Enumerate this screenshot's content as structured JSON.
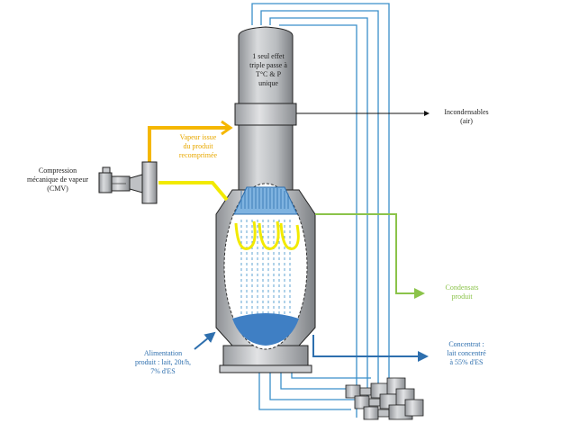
{
  "colors": {
    "steam": "#f5b700",
    "vapor_yellow": "#f2ea00",
    "condensate": "#8bc34a",
    "product_blue": "#2e6fae",
    "liquid": "#3f7fc4",
    "vessel": "#b7b9bc",
    "pipe": "#3a8fc9"
  },
  "labels": {
    "cmv": [
      "Compression",
      "mécanique de vapeur",
      "(CMV)"
    ],
    "vapeur": [
      "Vapeur issue",
      "du produit",
      "recomprimée"
    ],
    "effet": [
      "1 seul effet",
      "triple passe à",
      "T°C & P",
      "unique"
    ],
    "incondensables": [
      "Incondensables",
      "(air)"
    ],
    "condensats": [
      "Condensats",
      "produit"
    ],
    "concentrat": [
      "Concentrat :",
      "lait concentré",
      "à 55% d'ES"
    ],
    "alimentation": [
      "Alimentation",
      "produit : lait, 20t/h,",
      "7% d'ES"
    ]
  }
}
